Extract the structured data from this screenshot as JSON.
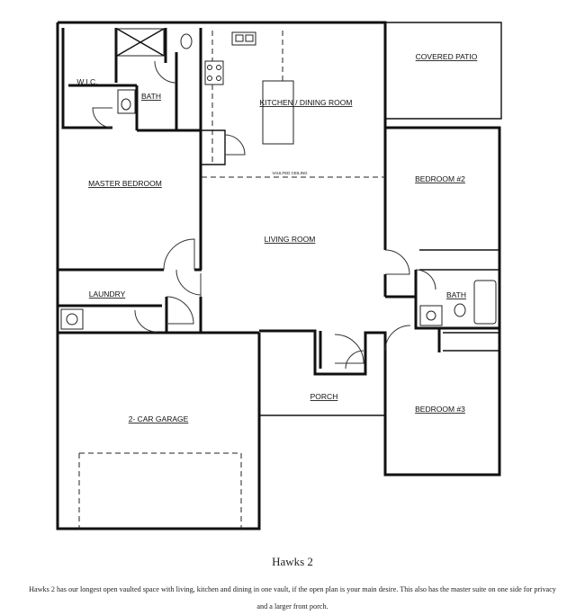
{
  "plan": {
    "rooms": {
      "covered_patio": "COVERED PATIO",
      "wic": "W.I.C.",
      "master_bath": "BATH",
      "kitchen_dining": "KITCHEN / DINING ROOM",
      "vaulted_ceiling": "VAULTED CEILING",
      "master_bedroom": "MASTER BEDROOM",
      "bedroom2": "BEDROOM #2",
      "living_room": "LIVING ROOM",
      "laundry": "LAUNDRY",
      "hall_bath": "BATH",
      "porch": "PORCH",
      "garage": "2- CAR GARAGE",
      "bedroom3": "BEDROOM #3"
    }
  },
  "caption": {
    "title": "Hawks 2",
    "description": "Hawks 2 has our longest open vaulted space with living, kitchen and dining in one vault, if the open plan is your main desire. This also has the master suite on one side for privacy and a larger front porch."
  }
}
